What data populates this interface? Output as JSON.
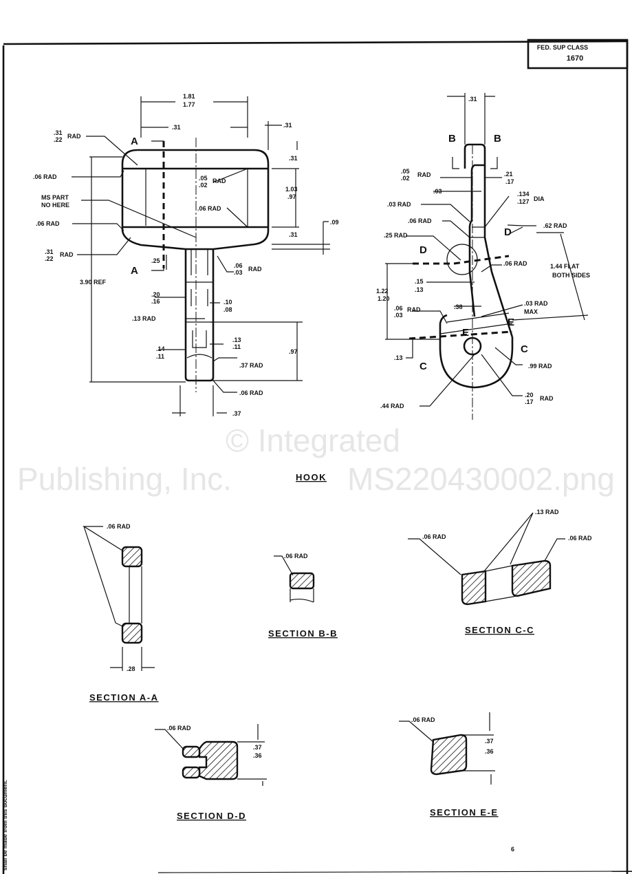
{
  "title_block": {
    "line1": "FED. SUP CLASS",
    "line2": "1670"
  },
  "margin_note": "shall be made from this document.",
  "page_number": "6",
  "watermark": {
    "line1": "© Integrated",
    "line2": "Publishing, Inc.",
    "line3": "MS220430002.png"
  },
  "hook_view": {
    "title": "HOOK",
    "dims": {
      "w_top_a": "1.81",
      "w_top_b": "1.77",
      "left_31": ".31",
      "right_31": ".31",
      "rad_top_a": ".31",
      "rad_top_b": ".22",
      "rad": "RAD",
      "rad06_a": ".06 RAD",
      "ms_part_1": "MS PART",
      "ms_part_2": "NO HERE",
      "rad06_b": ".06 RAD",
      "rad_bot_a": ".31",
      "rad_bot_b": ".22",
      "rad05_a": ".05",
      "rad05_b": ".02",
      "rad06_c": ".06 RAD",
      "v31_a": ".31",
      "h_a": "1.03",
      "h_b": ".97",
      "v31_b": ".31",
      "d09": ".09",
      "d25": ".25",
      "rad06_d_a": ".06",
      "rad06_d_b": ".03",
      "ref": "3.90 REF",
      "w20_a": ".20",
      "w20_b": ".16",
      "w10_a": ".10",
      "w10_b": ".08",
      "rad13": ".13 RAD",
      "w13_a": ".13",
      "w13_b": ".11",
      "w14_a": ".14",
      "w14_b": ".11",
      "h97": ".97",
      "rad37": ".37 RAD",
      "rad06_e": ".06 RAD",
      "w37": ".37",
      "sect_a": "A"
    }
  },
  "side_view": {
    "dims": {
      "w31": ".31",
      "sect_b": "B",
      "rad05_a": ".05",
      "rad05_b": ".02",
      "rad": "RAD",
      "w21_a": ".21",
      "w21_b": ".17",
      "w03": ".03",
      "rad03": ".03 RAD",
      "dia_a": ".134",
      "dia_b": ".127",
      "dia": "DIA",
      "rad06_a": ".06 RAD",
      "rad62": ".62 RAD",
      "rad25": ".25 RAD",
      "sect_d": "D",
      "rad06_b": ".06 RAD",
      "flat_1": "1.44 FLAT",
      "flat_2": "BOTH SIDES",
      "w15_a": ".15",
      "w15_b": ".13",
      "h122_a": "1.22",
      "h122_b": "1.20",
      "rad06c_a": ".06",
      "rad06c_b": ".03",
      "w38": ".38",
      "rad03max_1": ".03 RAD",
      "rad03max_2": "MAX",
      "sect_e": "E",
      "sect_c": "C",
      "w13": ".13",
      "rad99": ".99 RAD",
      "rad20_a": ".20",
      "rad20_b": ".17",
      "rad44": ".44 RAD"
    }
  },
  "sections": {
    "aa": {
      "title": "SECTION A-A",
      "rad": ".06 RAD",
      "width": ".28"
    },
    "bb": {
      "title": "SECTION B-B",
      "rad": ".06 RAD"
    },
    "cc": {
      "title": "SECTION C-C",
      "rad_left": ".06 RAD",
      "rad_mid": ".13 RAD",
      "rad_right": ".06 RAD"
    },
    "dd": {
      "title": "SECTION D-D",
      "rad": ".06 RAD",
      "h_a": ".37",
      "h_b": ".36"
    },
    "ee": {
      "title": "SECTION E-E",
      "rad": ".06 RAD",
      "h_a": ".37",
      "h_b": ".36"
    }
  }
}
